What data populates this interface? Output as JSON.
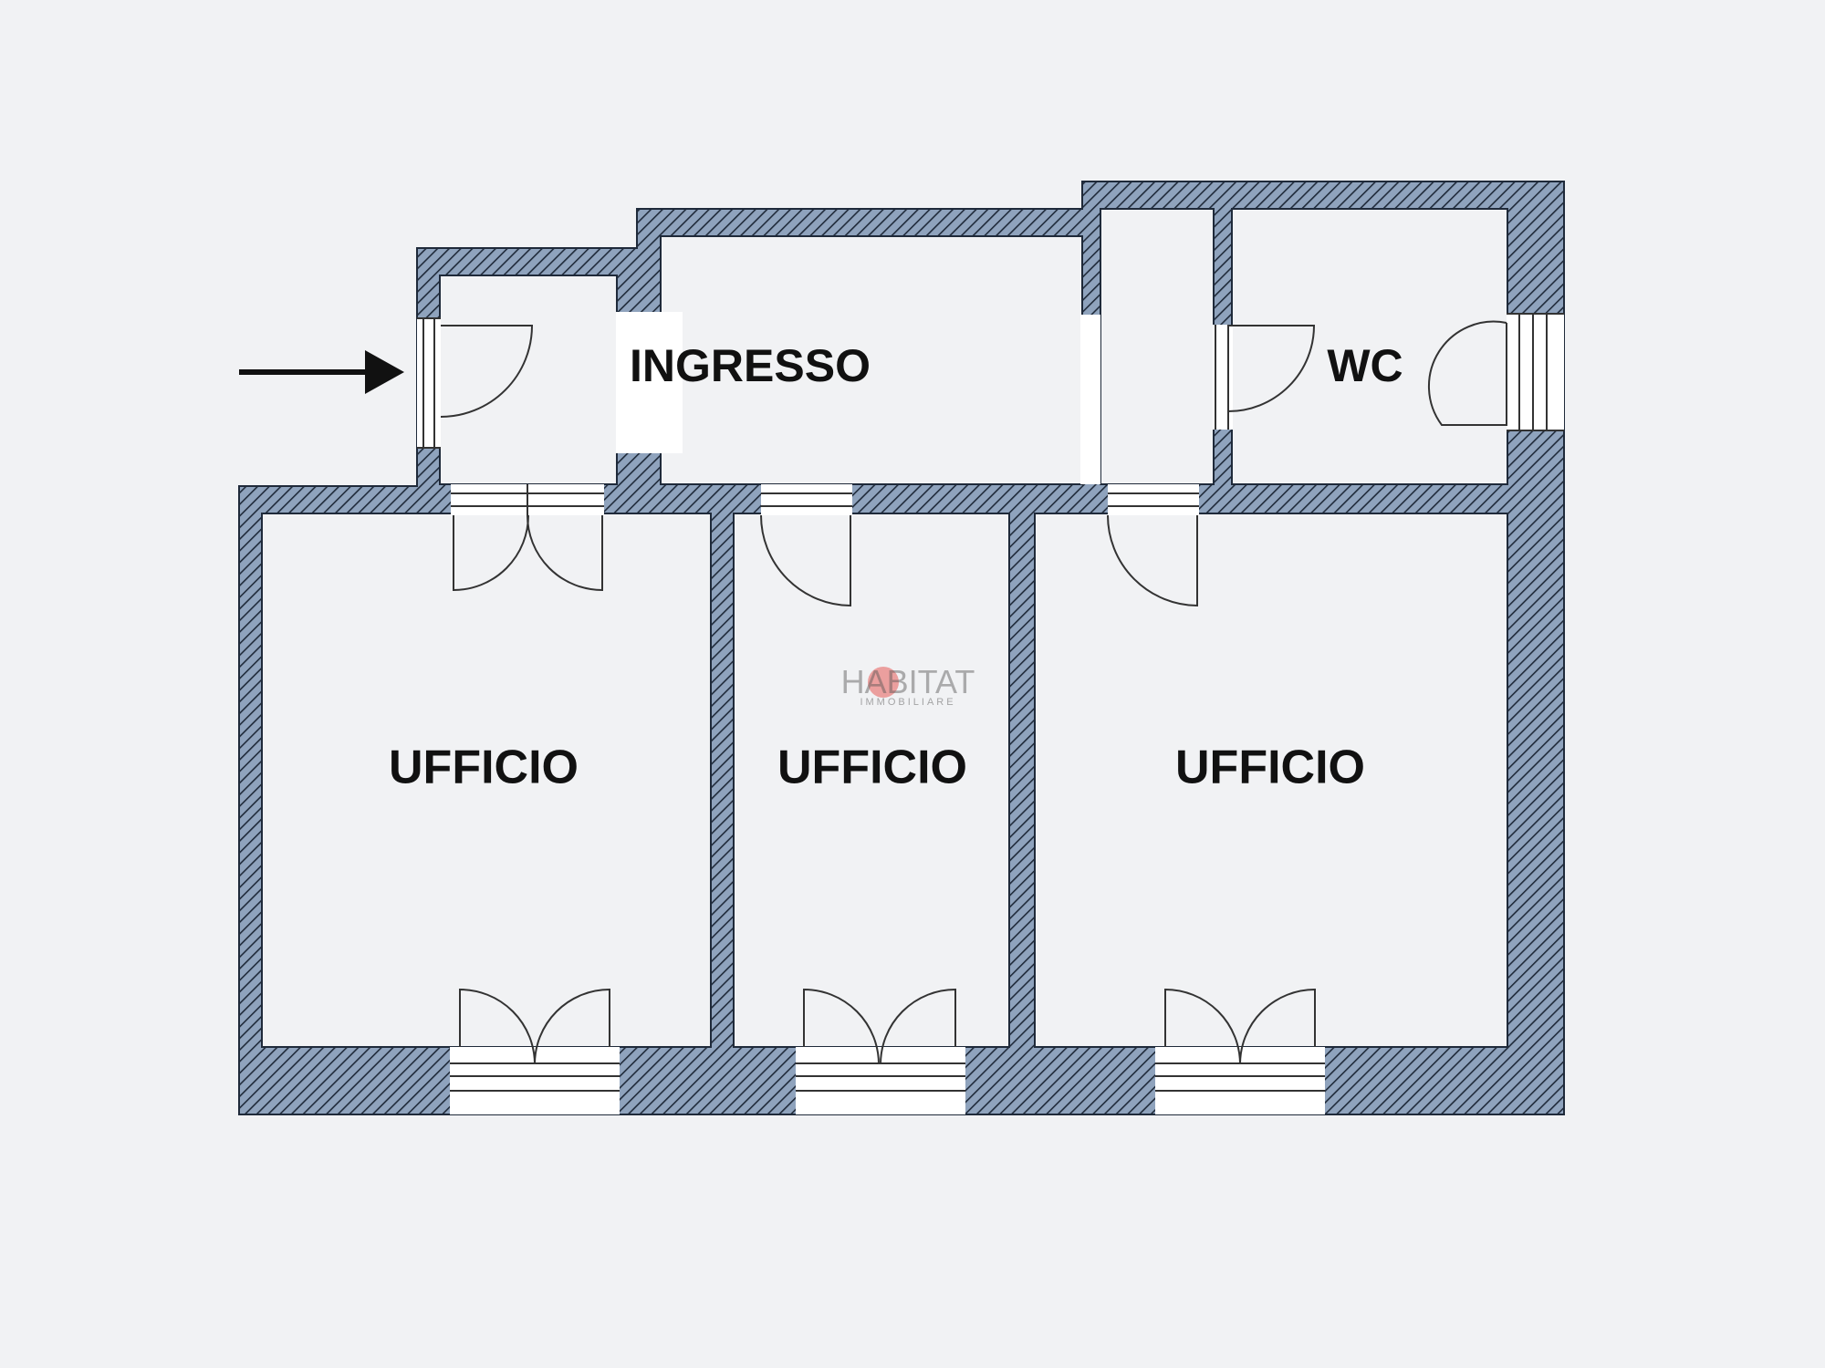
{
  "rooms": {
    "ingresso": "INGRESSO",
    "wc": "WC",
    "ufficio_left": "UFFICIO",
    "ufficio_center": "UFFICIO",
    "ufficio_right": "UFFICIO"
  },
  "logo": {
    "name": "HABITAT",
    "subtitle": "IMMOBILIARE"
  },
  "colors": {
    "background": "#f1f2f4",
    "wall_fill": "#8fa3bd",
    "wall_hatch": "#1f2a3a",
    "room_fill": "#f1f2f4",
    "logo_accent": "#e53935"
  },
  "icons": {
    "entrance": "entrance-arrow-icon"
  }
}
